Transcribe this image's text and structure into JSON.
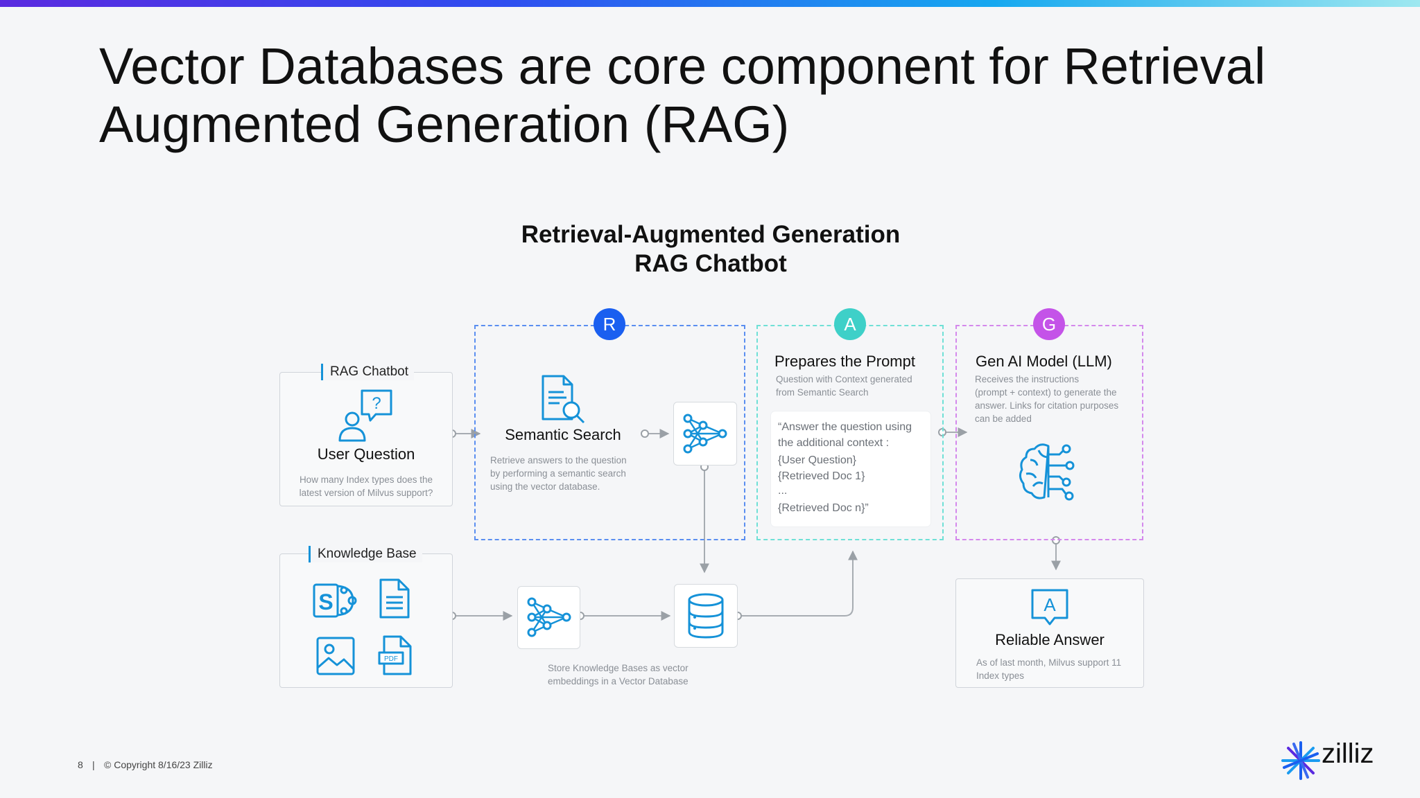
{
  "slide": {
    "title": "Vector Databases are core component for Retrieval Augmented Generation (RAG)",
    "diagram_title_line1": "Retrieval-Augmented Generation",
    "diagram_title_line2": "RAG Chatbot"
  },
  "colors": {
    "accent_blue": "#1592d8",
    "r_circle": "#1a5ff0",
    "a_circle": "#3ed0c8",
    "g_circle": "#c453e8"
  },
  "rag_chatbot": {
    "label": "RAG Chatbot",
    "heading": "User Question",
    "desc_line1": "How many Index types does the",
    "desc_line2": "latest version of Milvus support?",
    "icon": "user-question-icon"
  },
  "knowledge_base": {
    "label": "Knowledge Base",
    "icons": [
      "sharepoint-icon",
      "document-icon",
      "image-icon",
      "pdf-icon"
    ]
  },
  "retrieve": {
    "badge": "R",
    "heading": "Semantic Search",
    "desc_line1": "Retrieve answers to the question",
    "desc_line2": "by performing a semantic search",
    "desc_line3": "using the vector database."
  },
  "augment": {
    "badge": "A",
    "heading": "Prepares the Prompt",
    "desc_line1": "Question with Context generated",
    "desc_line2": "from Semantic Search",
    "prompt_lines": [
      "“Answer the question using",
      "the additional context :",
      "{User Question}",
      "{Retrieved Doc 1}",
      "...",
      "{Retrieved Doc n}”"
    ]
  },
  "generate": {
    "badge": "G",
    "heading": "Gen AI Model (LLM)",
    "desc_line1": "Receives the instructions",
    "desc_line2": "(prompt + context) to generate the",
    "desc_line3": "answer. Links for citation purposes",
    "desc_line4": "can be added"
  },
  "answer": {
    "heading": "Reliable Answer",
    "desc_line1": "As of last month, Milvus support 11",
    "desc_line2": "Index types",
    "icon_letter": "A"
  },
  "vector_db": {
    "desc_line1": "Store Knowledge Bases as vector",
    "desc_line2": "embeddings in a Vector Database"
  },
  "footer": {
    "page": "8",
    "separator": "|",
    "copyright": "© Copyright  8/16/23  Zilliz",
    "logo": "zilliz"
  }
}
